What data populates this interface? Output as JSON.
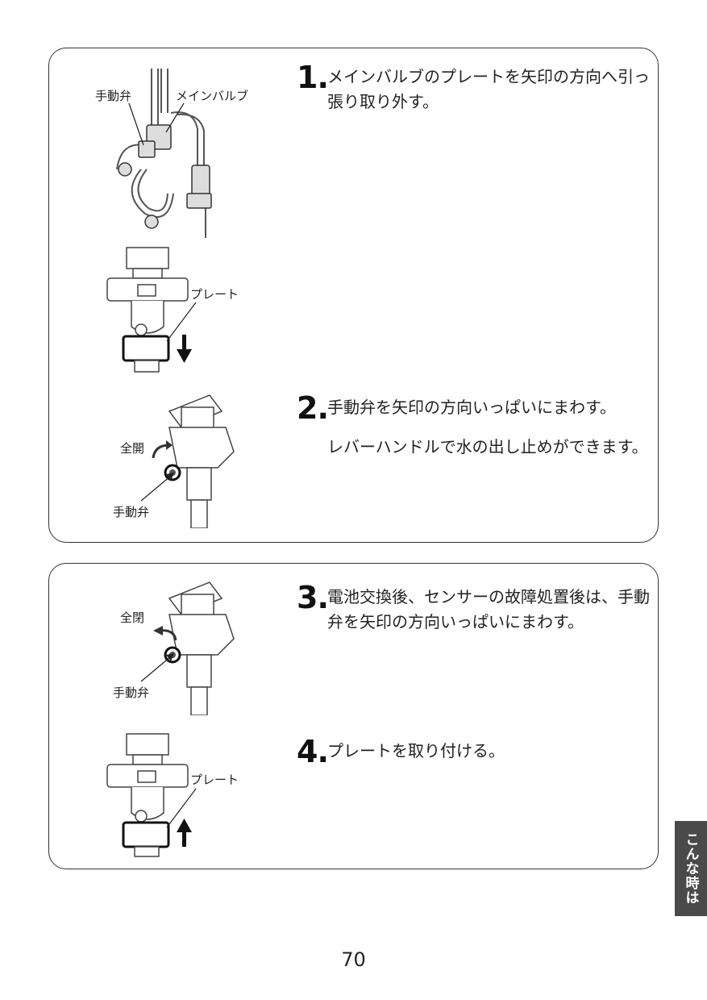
{
  "steps": [
    {
      "num": "1.",
      "text": "メインバルブのプレートを矢印の方向へ引っ張り取り外す。"
    },
    {
      "num": "2.",
      "text": "手動弁を矢印の方向いっぱいにまわす。",
      "note": "レバーハンドルで水の出し止めができます。"
    },
    {
      "num": "3.",
      "text": "電池交換後、センサーの故障処置後は、手動弁を矢印の方向いっぱいにまわす。"
    },
    {
      "num": "4.",
      "text": "プレートを取り付ける。"
    }
  ],
  "figures": {
    "fig1": {
      "manual_valve": "手動弁",
      "main_valve": "メインバルブ"
    },
    "fig_plate_remove": {
      "plate": "プレート"
    },
    "fig_open": {
      "full_open": "全開",
      "manual_valve": "手動弁"
    },
    "fig_close": {
      "full_close": "全閉",
      "manual_valve": "手動弁"
    },
    "fig_plate_attach": {
      "plate": "プレート"
    }
  },
  "side_tab": "こんな時は",
  "page_number": "70"
}
